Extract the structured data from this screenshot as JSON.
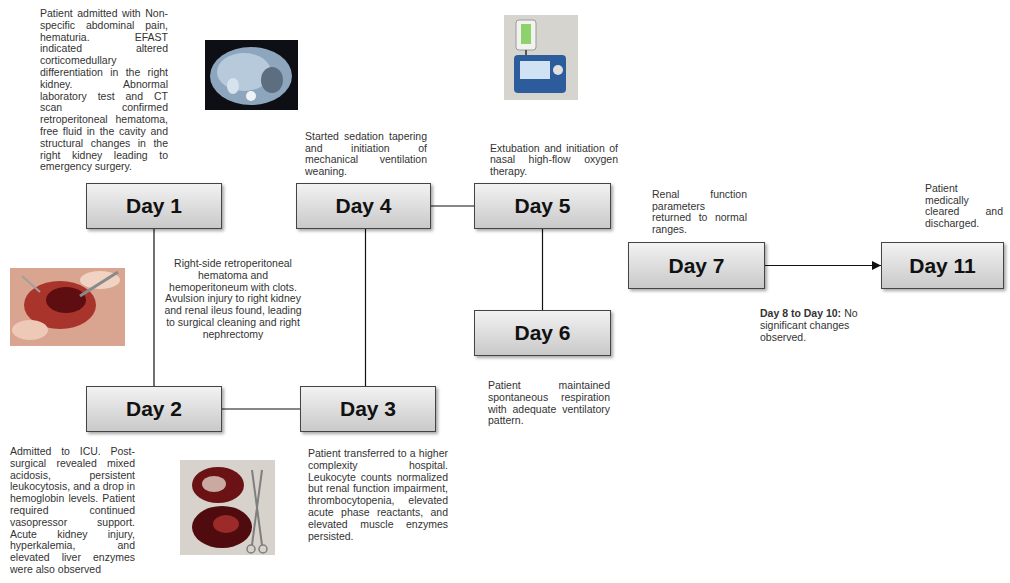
{
  "diagram": {
    "nodes": [
      {
        "text": [
          "Day 1"
        ]
      },
      {
        "text": [
          "Day 2"
        ]
      },
      {
        "text": [
          "Day 3"
        ]
      },
      {
        "text": [
          "Day 4"
        ]
      },
      {
        "text": [
          "Day 5"
        ]
      },
      {
        "text": [
          "Day 6"
        ]
      },
      {
        "text": [
          "Day 7"
        ]
      },
      {
        "text": [
          "Day 11"
        ]
      }
    ],
    "edges": [
      {
        "from": 0,
        "to": 1,
        "arrow": "none"
      },
      {
        "from": 1,
        "to": 2,
        "arrow": "none"
      },
      {
        "from": 2,
        "to": 3,
        "arrow": "none"
      },
      {
        "from": 3,
        "to": 4,
        "arrow": "none"
      },
      {
        "from": 4,
        "to": 5,
        "arrow": "none"
      },
      {
        "from": 6,
        "to": 7,
        "arrow": "to"
      }
    ],
    "labels": [
      "Patient admitted with Non-specific abdominal pain, hematuria. EFAST indicated altered corticomedullary differentiation in the right kidney. Abnormal laboratory test and CT scan confirmed retroperitoneal hematoma, free fluid in the cavity and structural changes in the right kidney leading to emergency surgery.",
      "Right-side retroperitoneal hematoma and hemoperitoneum with clots. Avulsion injury to right kidney and renal ileus found, leading to surgical cleaning and right nephrectomy",
      "Admitted to ICU. Post-surgical revealed mixed acidosis, persistent leukocytosis, and a drop in hemoglobin levels. Patient required continued vasopressor support. Acute kidney injury, hyperkalemia, and elevated liver enzymes were also observed",
      "Patient transferred to a higher complexity hospital. Leukocyte counts normalized but renal function impairment, thrombocytopenia, elevated acute phase reactants, and elevated muscle enzymes persisted.",
      "Started sedation tapering and initiation of mechanical ventilation weaning.",
      "Extubation and initiation of nasal high-flow oxygen therapy.",
      "Patient maintained spontaneous respiration with adequate ventilatory pattern.",
      "Renal function parameters returned to normal ranges.",
      "Day 8 to Day 10:",
      "No significant changes observed.",
      "Patient medically cleared and discharged."
    ]
  }
}
